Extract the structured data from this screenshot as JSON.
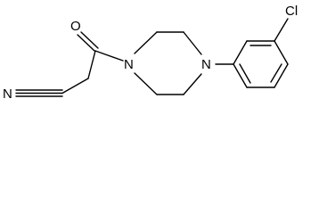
{
  "molecule": {
    "atoms": {
      "nitrile_n": "N",
      "carbonyl_o": "O",
      "piperazine_n1": "N",
      "piperazine_n4": "N",
      "chlorine": "Cl"
    }
  },
  "colors": {
    "background": "#ffffff",
    "ink": "#000000"
  }
}
